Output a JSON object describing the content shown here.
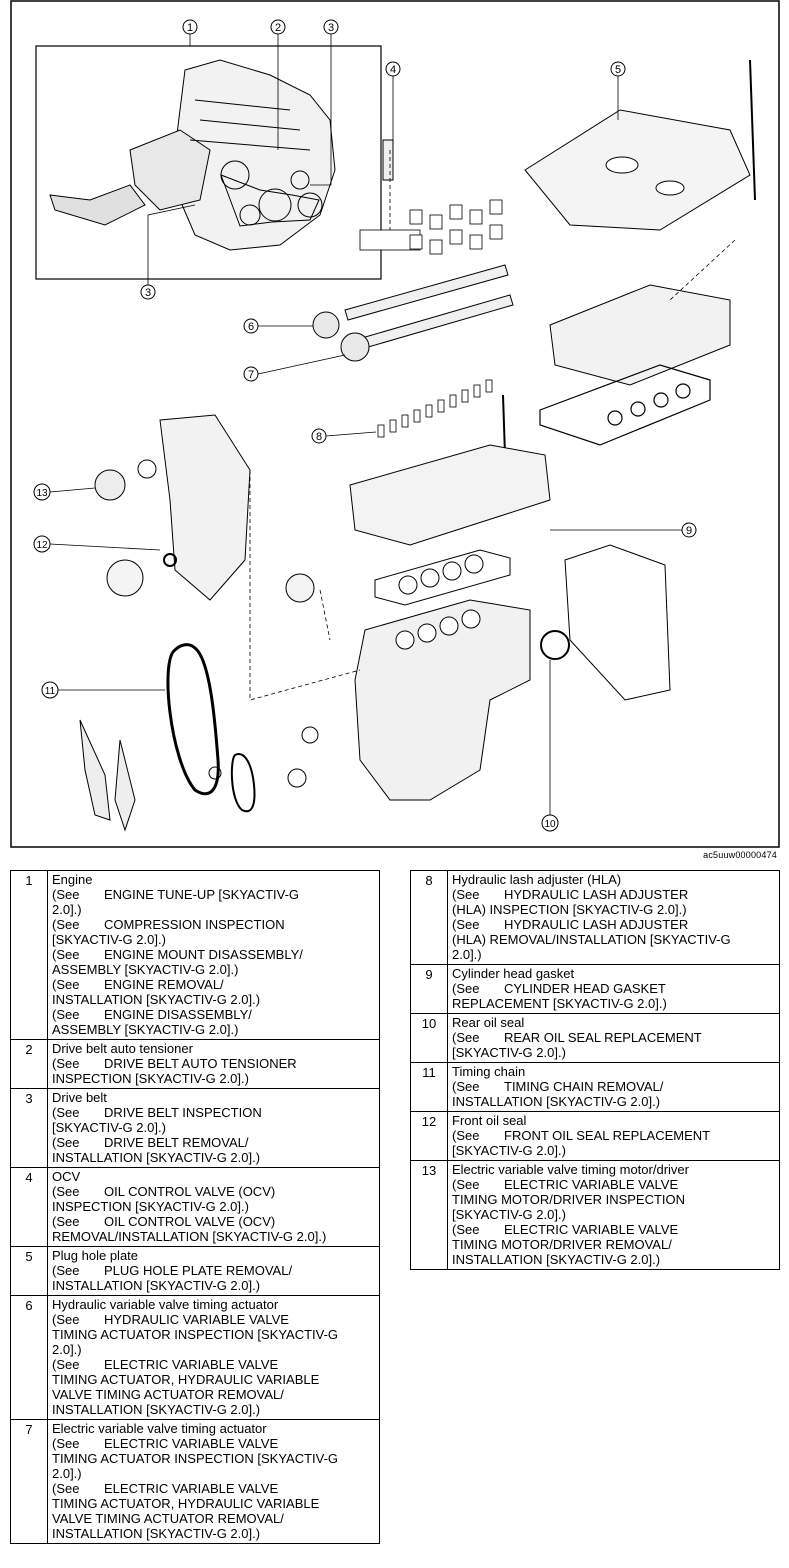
{
  "figure": {
    "code": "ac5uuw00000474",
    "callouts": [
      "1",
      "2",
      "3",
      "3",
      "4",
      "5",
      "6",
      "7",
      "8",
      "9",
      "10",
      "11",
      "12",
      "13"
    ]
  },
  "table_left": [
    {
      "num": "1",
      "lines": [
        {
          "t": "Engine"
        },
        {
          "see": "(See",
          "t": "ENGINE TUNE-UP [SKYACTIV-G"
        },
        {
          "t": "2.0].)"
        },
        {
          "see": "(See",
          "t": "COMPRESSION INSPECTION"
        },
        {
          "t": "[SKYACTIV-G 2.0].)"
        },
        {
          "see": "(See",
          "t": "ENGINE MOUNT DISASSEMBLY/"
        },
        {
          "t": "ASSEMBLY [SKYACTIV-G 2.0].)"
        },
        {
          "see": "(See",
          "t": "ENGINE REMOVAL/"
        },
        {
          "t": "INSTALLATION [SKYACTIV-G 2.0].)"
        },
        {
          "see": "(See",
          "t": "ENGINE DISASSEMBLY/"
        },
        {
          "t": "ASSEMBLY [SKYACTIV-G 2.0].)"
        }
      ]
    },
    {
      "num": "2",
      "lines": [
        {
          "t": "Drive belt auto tensioner"
        },
        {
          "see": "(See",
          "t": "DRIVE BELT AUTO TENSIONER"
        },
        {
          "t": "INSPECTION [SKYACTIV-G 2.0].)"
        }
      ]
    },
    {
      "num": "3",
      "lines": [
        {
          "t": "Drive belt"
        },
        {
          "see": "(See",
          "t": "DRIVE BELT INSPECTION"
        },
        {
          "t": "[SKYACTIV-G 2.0].)"
        },
        {
          "see": "(See",
          "t": "DRIVE BELT REMOVAL/"
        },
        {
          "t": "INSTALLATION [SKYACTIV-G 2.0].)"
        }
      ]
    },
    {
      "num": "4",
      "lines": [
        {
          "t": "OCV"
        },
        {
          "see": "(See",
          "t": "OIL CONTROL VALVE (OCV)"
        },
        {
          "t": "INSPECTION [SKYACTIV-G 2.0].)"
        },
        {
          "see": "(See",
          "t": "OIL CONTROL VALVE (OCV)"
        },
        {
          "t": "REMOVAL/INSTALLATION [SKYACTIV-G 2.0].)"
        }
      ]
    },
    {
      "num": "5",
      "lines": [
        {
          "t": "Plug hole plate"
        },
        {
          "see": "(See",
          "t": "PLUG HOLE PLATE REMOVAL/"
        },
        {
          "t": "INSTALLATION [SKYACTIV-G 2.0].)"
        }
      ]
    },
    {
      "num": "6",
      "lines": [
        {
          "t": "Hydraulic variable valve timing actuator"
        },
        {
          "see": "(See",
          "t": "HYDRAULIC VARIABLE VALVE"
        },
        {
          "t": "TIMING ACTUATOR INSPECTION [SKYACTIV-G"
        },
        {
          "t": "2.0].)"
        },
        {
          "see": "(See",
          "t": "ELECTRIC VARIABLE VALVE"
        },
        {
          "t": "TIMING ACTUATOR, HYDRAULIC VARIABLE"
        },
        {
          "t": "VALVE TIMING ACTUATOR REMOVAL/"
        },
        {
          "t": "INSTALLATION [SKYACTIV-G 2.0].)"
        }
      ]
    },
    {
      "num": "7",
      "lines": [
        {
          "t": "Electric variable valve timing actuator"
        },
        {
          "see": "(See",
          "t": "ELECTRIC VARIABLE VALVE"
        },
        {
          "t": "TIMING ACTUATOR INSPECTION [SKYACTIV-G"
        },
        {
          "t": "2.0].)"
        },
        {
          "see": "(See",
          "t": "ELECTRIC VARIABLE VALVE"
        },
        {
          "t": "TIMING ACTUATOR, HYDRAULIC VARIABLE"
        },
        {
          "t": "VALVE TIMING ACTUATOR REMOVAL/"
        },
        {
          "t": "INSTALLATION [SKYACTIV-G 2.0].)"
        }
      ]
    }
  ],
  "table_right": [
    {
      "num": "8",
      "lines": [
        {
          "t": "Hydraulic lash adjuster (HLA)"
        },
        {
          "see": "(See",
          "t": "HYDRAULIC LASH ADJUSTER"
        },
        {
          "t": "(HLA) INSPECTION [SKYACTIV-G 2.0].)"
        },
        {
          "see": "(See",
          "t": "HYDRAULIC LASH ADJUSTER"
        },
        {
          "t": "(HLA) REMOVAL/INSTALLATION [SKYACTIV-G"
        },
        {
          "t": "2.0].)"
        }
      ]
    },
    {
      "num": "9",
      "lines": [
        {
          "t": "Cylinder head gasket"
        },
        {
          "see": "(See",
          "t": "CYLINDER HEAD GASKET"
        },
        {
          "t": "REPLACEMENT [SKYACTIV-G 2.0].)"
        }
      ]
    },
    {
      "num": "10",
      "lines": [
        {
          "t": "Rear oil seal"
        },
        {
          "see": "(See",
          "t": "REAR OIL SEAL REPLACEMENT"
        },
        {
          "t": "[SKYACTIV-G 2.0].)"
        }
      ]
    },
    {
      "num": "11",
      "lines": [
        {
          "t": "Timing chain"
        },
        {
          "see": "(See",
          "t": "TIMING CHAIN REMOVAL/"
        },
        {
          "t": "INSTALLATION [SKYACTIV-G 2.0].)"
        }
      ]
    },
    {
      "num": "12",
      "lines": [
        {
          "t": "Front oil seal"
        },
        {
          "see": "(See",
          "t": "FRONT OIL SEAL REPLACEMENT"
        },
        {
          "t": "[SKYACTIV-G 2.0].)"
        }
      ]
    },
    {
      "num": "13",
      "lines": [
        {
          "t": "Electric variable valve timing motor/driver"
        },
        {
          "see": "(See",
          "t": "ELECTRIC VARIABLE VALVE"
        },
        {
          "t": "TIMING MOTOR/DRIVER INSPECTION"
        },
        {
          "t": "[SKYACTIV-G 2.0].)"
        },
        {
          "see": "(See",
          "t": "ELECTRIC VARIABLE VALVE"
        },
        {
          "t": "TIMING MOTOR/DRIVER REMOVAL/"
        },
        {
          "t": "INSTALLATION [SKYACTIV-G 2.0].)"
        }
      ]
    }
  ]
}
